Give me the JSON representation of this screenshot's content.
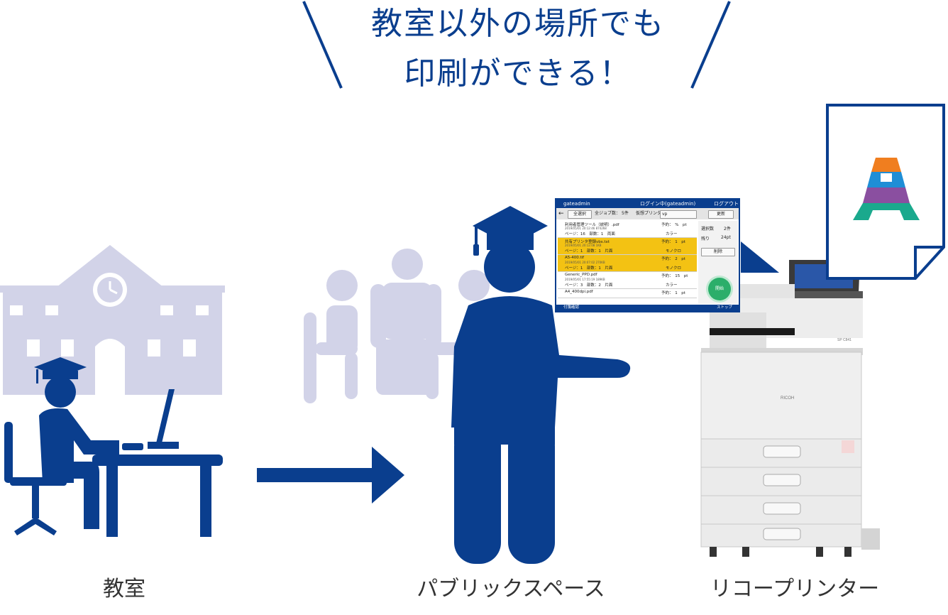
{
  "headline": {
    "line1": "教室以外の場所でも",
    "line2": "印刷ができる！"
  },
  "labels": {
    "classroom": "教室",
    "public_space": "パブリックスペース",
    "printer": "リコープリンター"
  },
  "colors": {
    "navy": "#0a3e8e",
    "lavender": "#d2d3e8",
    "logo": [
      "#f07e1f",
      "#1f8ed6",
      "#8a4fa0",
      "#1aa98d"
    ]
  },
  "icons": {
    "classroom": "student-at-desk-icon",
    "school": "school-building-icon",
    "people": "seated-people-icon",
    "student": "standing-student-icon",
    "arrow": "arrow-right-icon",
    "document": "printed-document-icon"
  },
  "panel": {
    "user": "gateadmin",
    "status": "ログイン中(gateadmin)",
    "logout": "ログアウト",
    "select_all": "全選択",
    "job_count_label": "全ジョブ数：",
    "job_count": "5件",
    "printer_label": "仮想プリンタ",
    "printer_value": "vp",
    "refresh": "更新",
    "jobs": [
      {
        "name": "利用者管理ツール（説明）.pdf",
        "date": "2019/05/01 20:12:46 874268",
        "pages": "ページ：16",
        "copies": "部数：1",
        "side": "両面",
        "mode": "カラー",
        "right": "予約：　%　pt"
      },
      {
        "name": "共有プリンタ登録vbs.txt",
        "date": "2019/05/01 20:12:08 1KB",
        "pages": "ページ：1",
        "copies": "部数：1",
        "side": "片面",
        "mode": "モノクロ",
        "right": "予約：　1　pt"
      },
      {
        "name": "A5-400.tif",
        "date": "2019/05/01 20:07:02 270KB",
        "pages": "ページ：1",
        "copies": "部数：1",
        "side": "片面",
        "mode": "モノクロ",
        "right": "予約：　2　pt"
      },
      {
        "name": "Generic_PPD.pdf",
        "date": "2019/05/01 17:55:19 189KB",
        "pages": "ページ：3",
        "copies": "部数：2",
        "side": "片面",
        "mode": "カラー",
        "right": "予約：　15　pt"
      },
      {
        "name": "A4_400dpi.pdf",
        "date": "",
        "pages": "",
        "copies": "",
        "side": "",
        "mode": "",
        "right": "予約：　1　pt"
      }
    ],
    "selected_label": "選択数",
    "selected_value": "2件",
    "remaining_label": "残り",
    "remaining_value": "24pt",
    "delete": "削除",
    "start": "開始",
    "footer_left": "付箋確認",
    "footer_right": "ストップ"
  },
  "printer_brand": "RICOH",
  "printer_model": "SP C841"
}
